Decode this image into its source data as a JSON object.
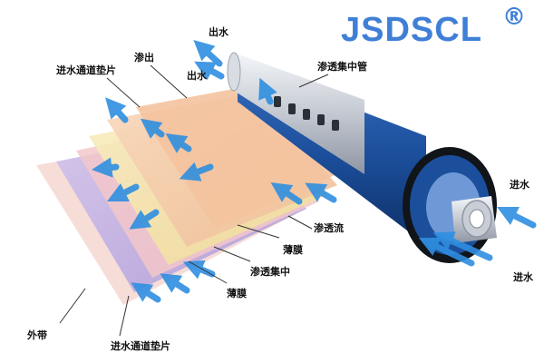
{
  "brand": {
    "name": "JSDSCL",
    "mark": "®"
  },
  "colors": {
    "brand_blue": "#3f7fd6",
    "arrow_blue": "#2f8fe0",
    "tube_blue": "#1b4f9c",
    "layer_peach": "#f5c9a6",
    "layer_yellow": "#f3e3a4",
    "layer_purple": "#b9a8df"
  },
  "labels": {
    "out_water_top": "出水",
    "permeate_out": "渗出",
    "out_water_mid": "出水",
    "feed_spacer_top": "进水通道垫片",
    "permeate_tube": "渗透集中管",
    "permeate_flow": "渗透流",
    "membrane_upper": "薄膜",
    "permeate_collect": "渗透集中",
    "membrane_lower": "薄膜",
    "outer_wrap": "外带",
    "feed_spacer_bottom": "进水通道垫片",
    "feed_in_upper": "进水",
    "feed_in_lower": "进水"
  }
}
